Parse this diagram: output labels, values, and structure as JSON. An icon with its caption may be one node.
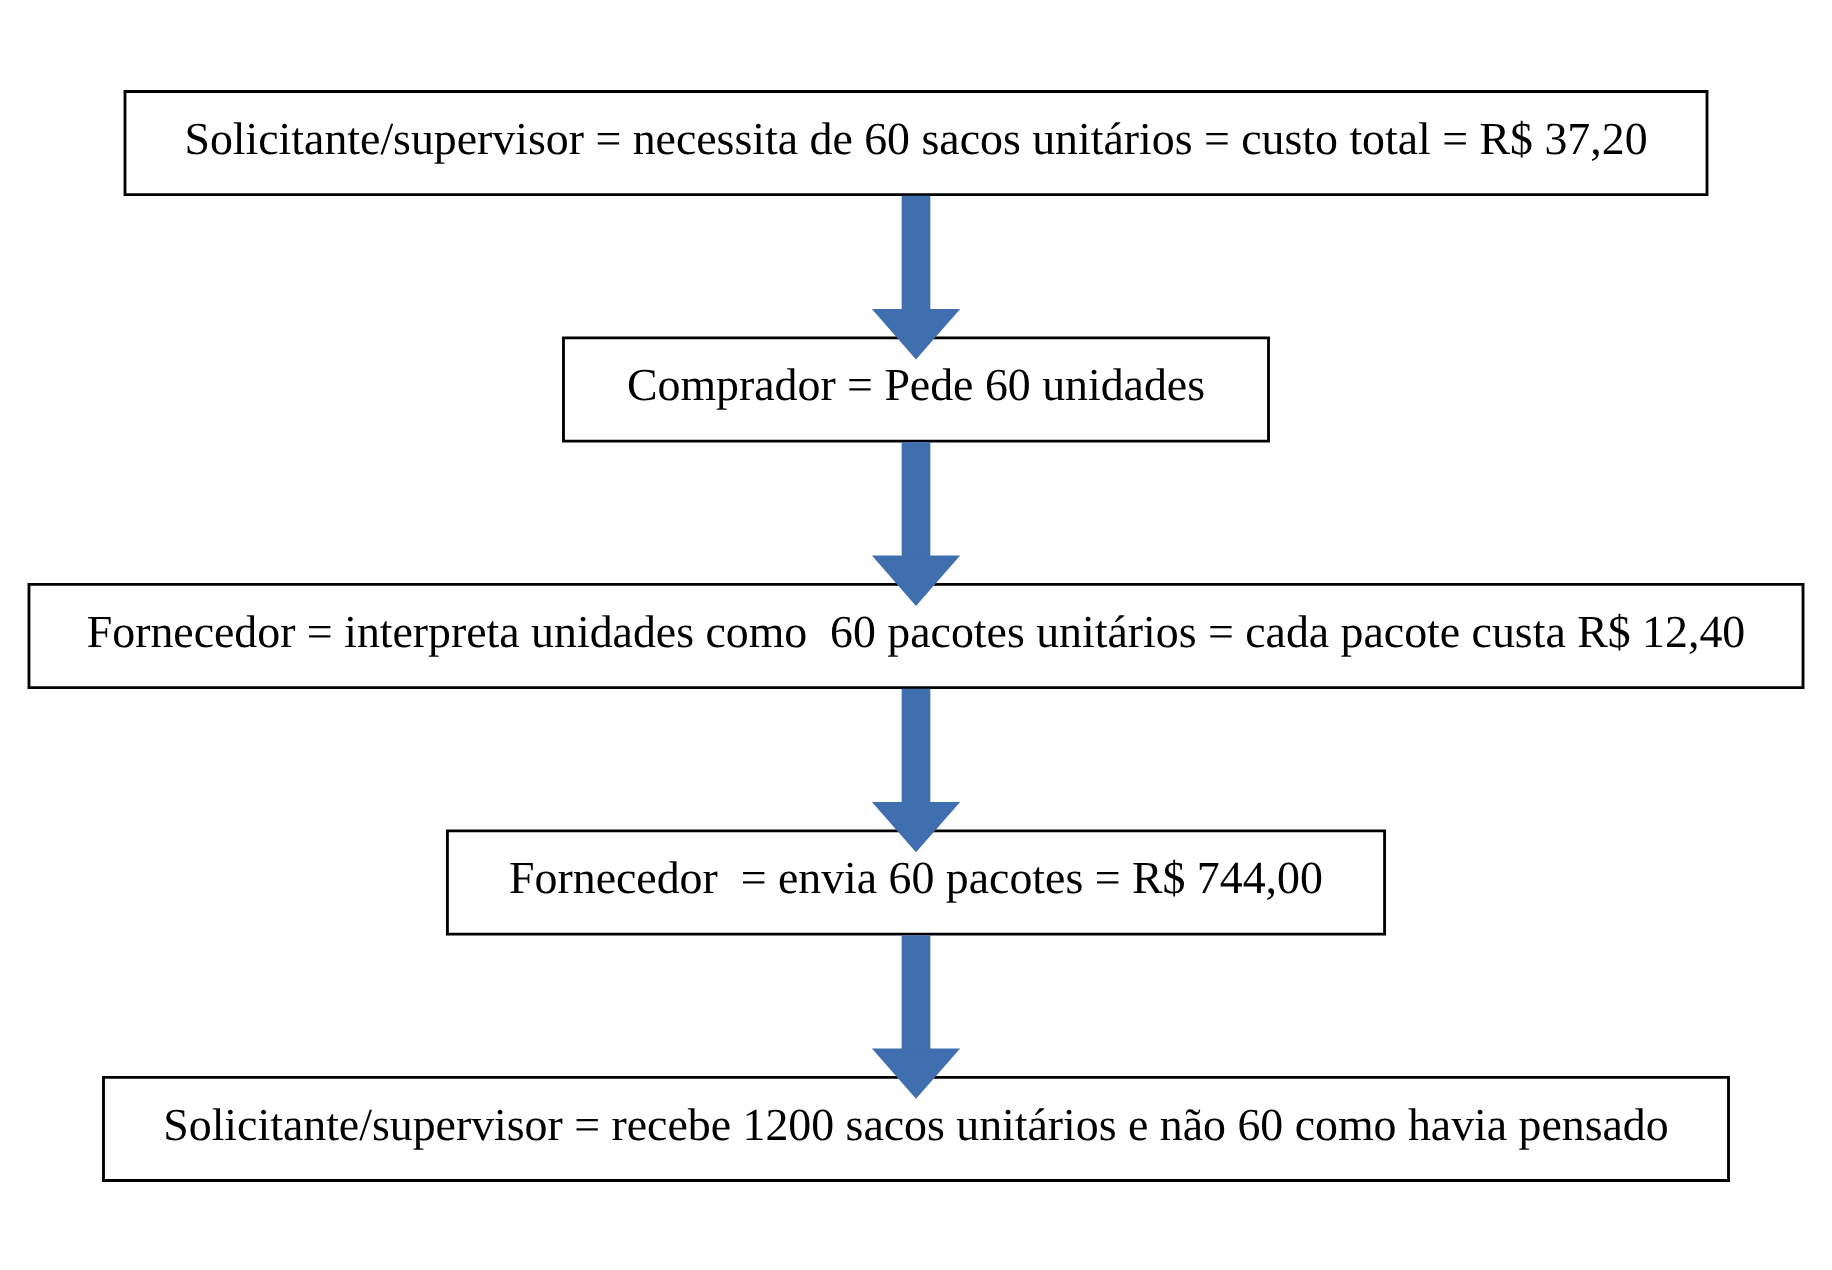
{
  "diagram": {
    "nodes": [
      {
        "text": [
          "Solicitante/supervisor = necessita de 60 sacos unitários = custo total = R$ 37,20"
        ]
      },
      {
        "text": [
          "Comprador = Pede 60 unidades"
        ]
      },
      {
        "text": [
          "Fornecedor = interpreta unidades como  60 pacotes unitários = cada pacote custa R$ 12,40"
        ]
      },
      {
        "text": [
          "Fornecedor  = envia 60 pacotes = R$ 744,00"
        ]
      },
      {
        "text": [
          "Solicitante/supervisor = recebe 1200 sacos unitários e não 60 como havia pensado"
        ]
      }
    ],
    "edges": [
      {
        "from": 0,
        "to": 1,
        "arrow": "to"
      },
      {
        "from": 1,
        "to": 2,
        "arrow": "to"
      },
      {
        "from": 2,
        "to": 3,
        "arrow": "to"
      },
      {
        "from": 3,
        "to": 4,
        "arrow": "to"
      }
    ]
  }
}
